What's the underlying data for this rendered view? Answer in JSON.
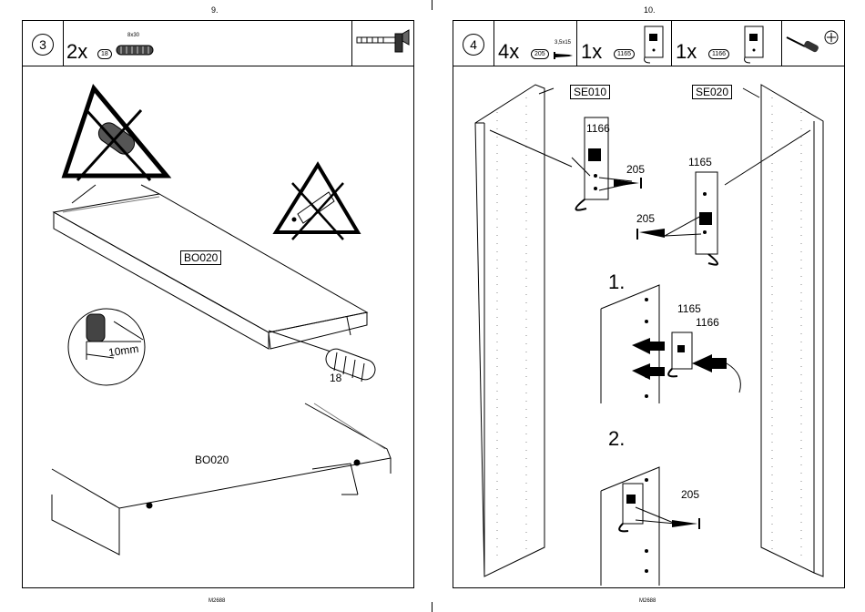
{
  "left_page": {
    "page_number": "9.",
    "footer": "M2688",
    "step": "3",
    "quantity": "2x",
    "part_code": "18",
    "dowel_size": "8x30",
    "tool_icon": "hammer-icon",
    "callouts": {
      "board_label_top": "BO020",
      "dowel_depth": "10mm",
      "dowel_number": "18",
      "board_label_bottom": "BO020"
    }
  },
  "right_page": {
    "page_number": "10.",
    "footer": "M2688",
    "step": "4",
    "parts": [
      {
        "quantity": "4x",
        "code": "205",
        "size": "3,5x15",
        "icon": "screw-icon"
      },
      {
        "quantity": "1x",
        "code": "1165",
        "icon": "bracket-icon"
      },
      {
        "quantity": "1x",
        "code": "1166",
        "icon": "bracket-icon"
      }
    ],
    "tool_icon": "screwdriver-icon",
    "callouts": {
      "panel_left": "SE010",
      "panel_right": "SE020",
      "bracket_a": "1166",
      "screw_a": "205",
      "bracket_b": "1165",
      "screw_b": "205",
      "substep_1": "1.",
      "sub1_bracket_a": "1165",
      "sub1_bracket_b": "1166",
      "substep_2": "2.",
      "sub2_screw": "205"
    }
  }
}
